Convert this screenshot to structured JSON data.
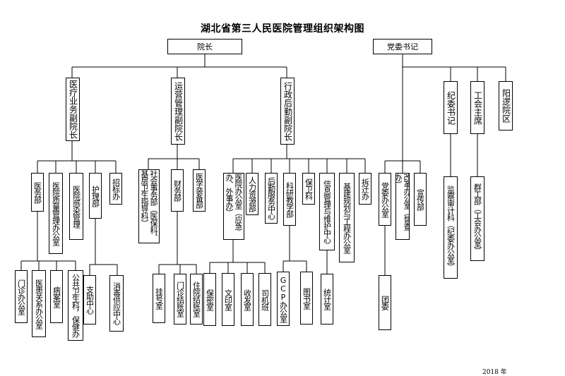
{
  "title": "湖北省第三人民医院管理组织架构图",
  "year_label": "2018 年",
  "top": {
    "president": "院长",
    "party_secretary": "党委书记"
  },
  "vice": {
    "medical": "医疗业务副院长",
    "operations": "运营管理副院长",
    "admin": "行政后勤副院长"
  },
  "right_heads": {
    "discipline": "纪委书记",
    "union": "工会主席",
    "yangluo": "阳逻院区"
  },
  "medical_depts": {
    "yiwu": "医务部",
    "quality": "医院质量管理办公室",
    "infection": "医院感染管理",
    "nursing": "护理部",
    "bidding": "招标办"
  },
  "yiwu_sub": {
    "outpatient": "门诊办公室",
    "complaint": "医患关系办公室",
    "records": "病案室",
    "public_health": "公共卫生科，保健办"
  },
  "nursing_sub": {
    "support": "支助中心",
    "disinfection": "消毒供应中心"
  },
  "ops_depts": {
    "social": "社会事务部（医保科、基层卫生指导科）",
    "finance": "财务部",
    "equipment": "医学装备部"
  },
  "finance_sub": {
    "registration": "挂号室",
    "outpatient_billing": "门诊结账室",
    "inpatient_billing": "住院结账室"
  },
  "admin_depts": {
    "office": "医院办公室（应急办、外事办）",
    "hr": "人力资源部",
    "logistics": "后勤服务中心",
    "research": "科研教学部",
    "security": "保卫科",
    "it": "信息管理与维护中心",
    "construction": "基建规划与工程办公室",
    "demolition": "拆迁办"
  },
  "office_sub": {
    "secrecy": "保密室",
    "print": "文印室",
    "mail": "收发室",
    "drivers": "司机班"
  },
  "research_sub": {
    "gcp": "GCP办公室",
    "library": "图书室"
  },
  "it_sub": {
    "stats": "统计室"
  },
  "party_depts": {
    "party_office": "党委办公室",
    "reform": "改革办公室（督查办）",
    "propaganda": "宣传部"
  },
  "party_sub": {
    "youth": "团委"
  },
  "discipline_sub": {
    "audit": "监察审计科（纪委办公室）"
  },
  "union_sub": {
    "mass": "群工部（工会办公室）"
  }
}
